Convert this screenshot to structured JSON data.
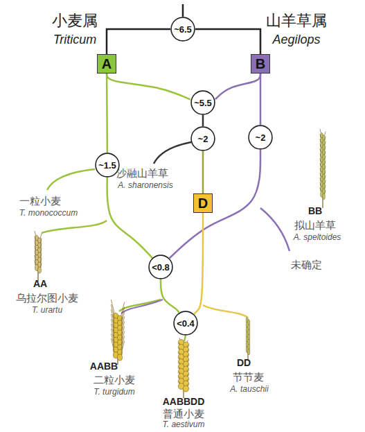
{
  "diagram": {
    "nodes": [
      {
        "text": [
          "~6.5"
        ]
      },
      {
        "text": [
          "A"
        ]
      },
      {
        "text": [
          "B"
        ]
      },
      {
        "text": [
          "~5.5"
        ]
      },
      {
        "text": [
          "~2"
        ]
      },
      {
        "text": [
          "~2"
        ]
      },
      {
        "text": [
          "~1.5"
        ]
      },
      {
        "text": [
          "D"
        ]
      },
      {
        "text": [
          "<0.8"
        ]
      },
      {
        "text": [
          "<0.4"
        ]
      }
    ],
    "edges": [
      {
        "from": 0,
        "to": 1,
        "arrow": "none"
      },
      {
        "from": 0,
        "to": 2,
        "arrow": "none"
      },
      {
        "from": 1,
        "to": 3,
        "arrow": "none"
      },
      {
        "from": 2,
        "to": 3,
        "arrow": "none"
      },
      {
        "from": 3,
        "to": 4,
        "arrow": "none"
      },
      {
        "from": 4,
        "to": 7,
        "arrow": "none"
      },
      {
        "from": 2,
        "to": 5,
        "arrow": "none"
      },
      {
        "from": 1,
        "to": 6,
        "arrow": "none"
      },
      {
        "from": 6,
        "to": 8,
        "arrow": "none"
      },
      {
        "from": 5,
        "to": 8,
        "arrow": "none"
      },
      {
        "from": 8,
        "to": 9,
        "arrow": "none"
      },
      {
        "from": 7,
        "to": 9,
        "arrow": "none"
      }
    ],
    "labels": [
      "小麦属",
      "Triticum",
      "山羊草属",
      "Aegilops",
      "沙融山羊草",
      "A. sharonensis",
      "一粒小麦",
      "T. monococcum",
      "BB",
      "拟山羊草",
      "A. speltoides",
      "未确定",
      "AA",
      "乌拉尔图小麦",
      "T. urartu",
      "AABB",
      "二粒小麦",
      "T. turgidum",
      "AABBDD",
      "普通小麦",
      "T. aestivum",
      "DD",
      "节节麦",
      "A. tauschii"
    ]
  }
}
